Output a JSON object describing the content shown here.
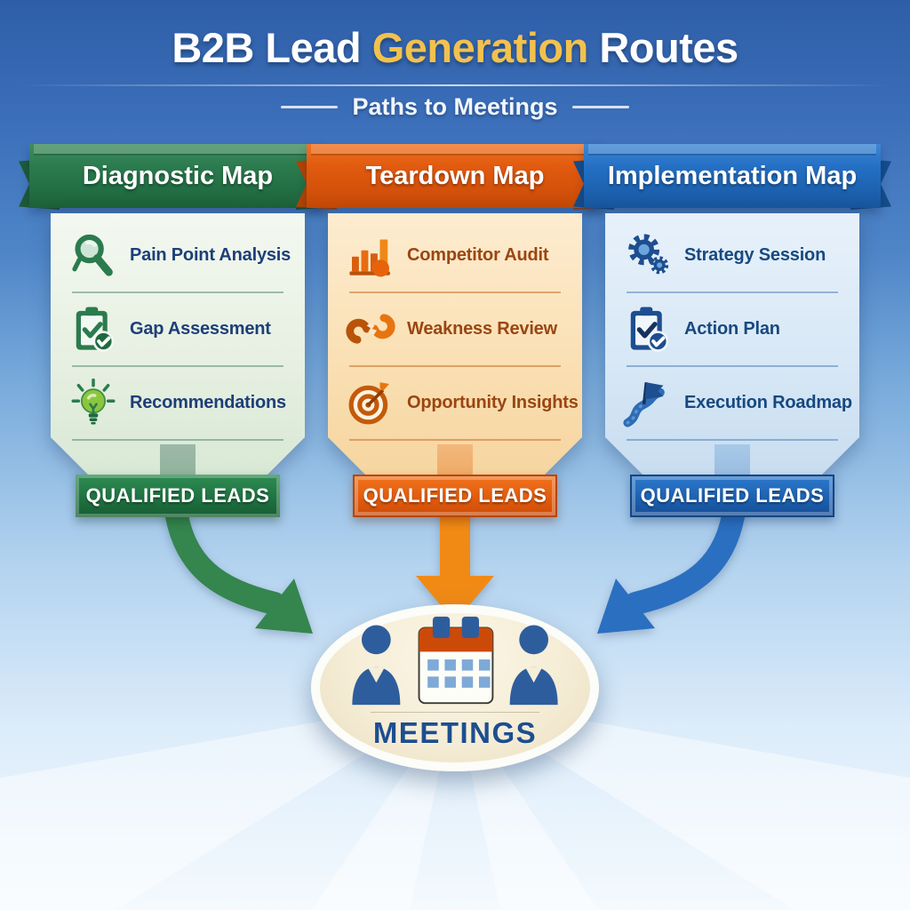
{
  "header": {
    "title_pre": "B2B Lead ",
    "title_highlight": "Generation",
    "title_post": " Routes",
    "subtitle": "Paths to Meetings"
  },
  "columns": [
    {
      "title": "Diagnostic Map",
      "theme_color": "#2b7b4e",
      "items": [
        {
          "icon": "magnifier-icon",
          "label": "Pain Point Analysis"
        },
        {
          "icon": "clipboard-check-icon",
          "label": "Gap Assessment"
        },
        {
          "icon": "lightbulb-icon",
          "label": "Recommendations"
        }
      ],
      "badge": "QUALIFIED LEADS"
    },
    {
      "title": "Teardown Map",
      "theme_color": "#e15a0f",
      "items": [
        {
          "icon": "bar-chart-icon",
          "label": "Competitor Audit"
        },
        {
          "icon": "broken-link-icon",
          "label": "Weakness Review"
        },
        {
          "icon": "target-icon",
          "label": "Opportunity Insights"
        }
      ],
      "badge": "QUALIFIED LEADS"
    },
    {
      "title": "Implementation Map",
      "theme_color": "#2470c4",
      "items": [
        {
          "icon": "gears-icon",
          "label": "Strategy Session"
        },
        {
          "icon": "clipboard-check-icon",
          "label": "Action Plan"
        },
        {
          "icon": "flag-road-icon",
          "label": "Execution Roadmap"
        }
      ],
      "badge": "QUALIFIED LEADS"
    }
  ],
  "center": {
    "icon": "meeting-calendar-icon",
    "label": "MEETINGS"
  },
  "palette": {
    "background_top": "#2e5ea7",
    "background_bottom": "#f4fafe",
    "title_gold": "#f2c14e",
    "green": "#2b7b4e",
    "orange": "#e15a0f",
    "blue": "#2470c4",
    "navy_text": "#1d3f78",
    "orange_text": "#9a4612",
    "blue_text": "#17497f",
    "oval_fill": "#f5edd6"
  }
}
